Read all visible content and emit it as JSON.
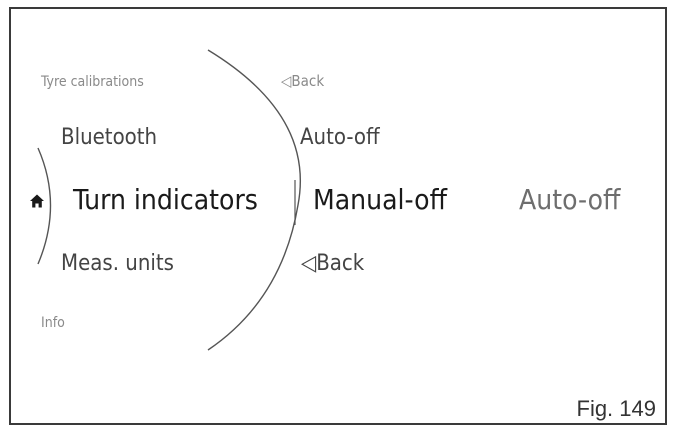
{
  "menu": {
    "previous_label": "Tyre calibrations",
    "item_above": "Bluetooth",
    "selected": "Turn indicators",
    "item_below": "Meas. units",
    "next_label": "Info",
    "home_icon": "home-icon"
  },
  "submenu": {
    "back_top": "◁Back",
    "item_above": "Auto-off",
    "selected": "Manual-off",
    "item_below": "◁Back"
  },
  "option_preview": {
    "label": "Auto-off"
  },
  "caption": "Fig. 149",
  "colors": {
    "selected_text": "#1a1a1a",
    "neighbor_text": "#444444",
    "dim_text": "#8a8a8a",
    "arc": "#555555"
  }
}
